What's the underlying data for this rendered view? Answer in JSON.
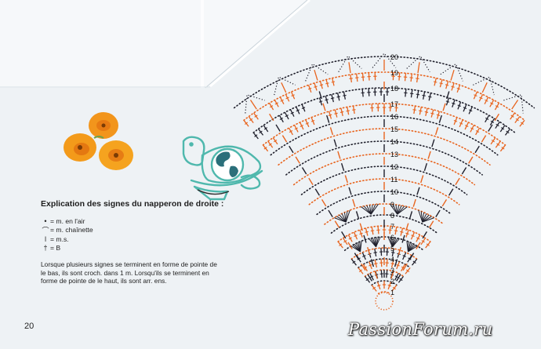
{
  "legend": {
    "title": "Explication des signes du napperon de droite :",
    "items": [
      {
        "label": "= m. en l'air",
        "icon": "chain-dot-icon"
      },
      {
        "label": "= m. chaînette",
        "icon": "slip-stitch-arc-icon"
      },
      {
        "label": "= m.s.",
        "icon": "single-crochet-icon"
      },
      {
        "label": "= B",
        "icon": "treble-cross-icon"
      }
    ],
    "note": "Lorsque plusieurs signes se terminent en forme de pointe de le bas, ils sont croch. dans 1 m. Lorsqu'ils se terminent en forme de pointe de le haut, ils sont arr. ens."
  },
  "page_number": "20",
  "watermark": "PassionForum.ru",
  "chart_rows": [
    "1",
    "2",
    "3",
    "4",
    "5",
    "6",
    "7",
    "8",
    "9",
    "10",
    "11",
    "12",
    "13",
    "14",
    "15",
    "16",
    "17",
    "18",
    "19",
    "20"
  ],
  "colors": {
    "orange": "#e8641e",
    "dark": "#1f1f2b",
    "teal": "#4fb8ad",
    "flower": "#f39a1a"
  }
}
